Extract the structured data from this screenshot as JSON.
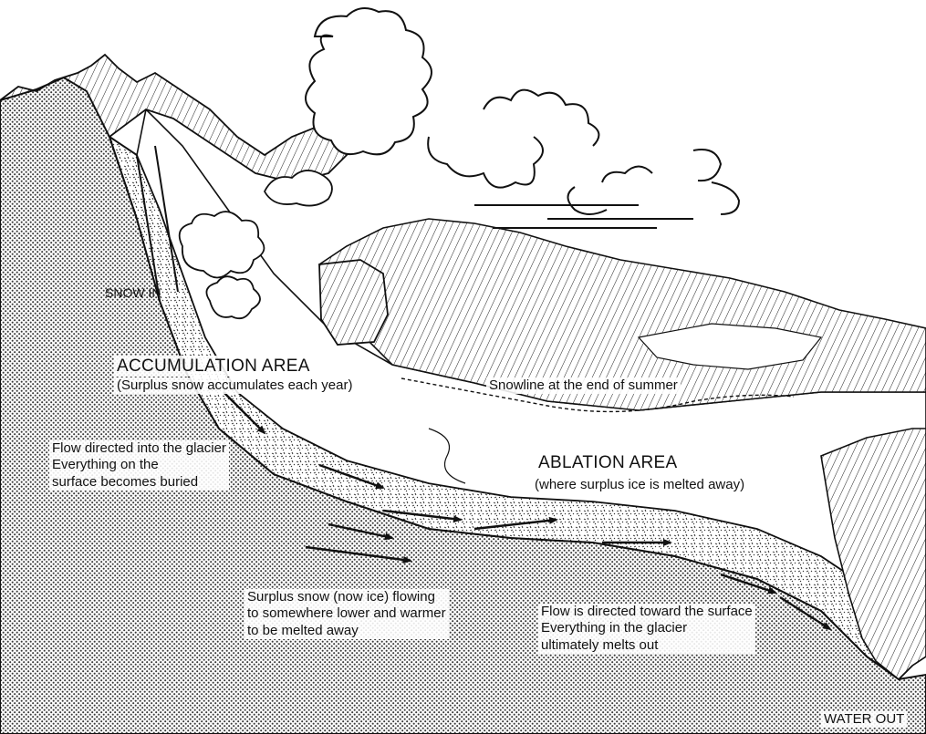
{
  "labels": {
    "snow_in": "SNOW IN",
    "accumulation_title": "ACCUMULATION AREA",
    "accumulation_sub": "(Surplus snow accumulates each year)",
    "snowline": "Snowline at the end of summer",
    "flow_into": "Flow directed into the glacier\nEverything on the\nsurface becomes buried",
    "ablation_title": "ABLATION AREA",
    "ablation_sub": "(where surplus ice is melted away)",
    "surplus_flow": "Surplus snow (now ice) flowing\nto somewhere lower and warmer\nto be melted away",
    "flow_toward": "Flow is directed toward the surface\nEverything in the glacier\nultimately melts out",
    "water_out": "WATER OUT"
  },
  "colors": {
    "ink": "#111111",
    "ground_dot": "#3a3a3a",
    "paper": "#ffffff"
  }
}
